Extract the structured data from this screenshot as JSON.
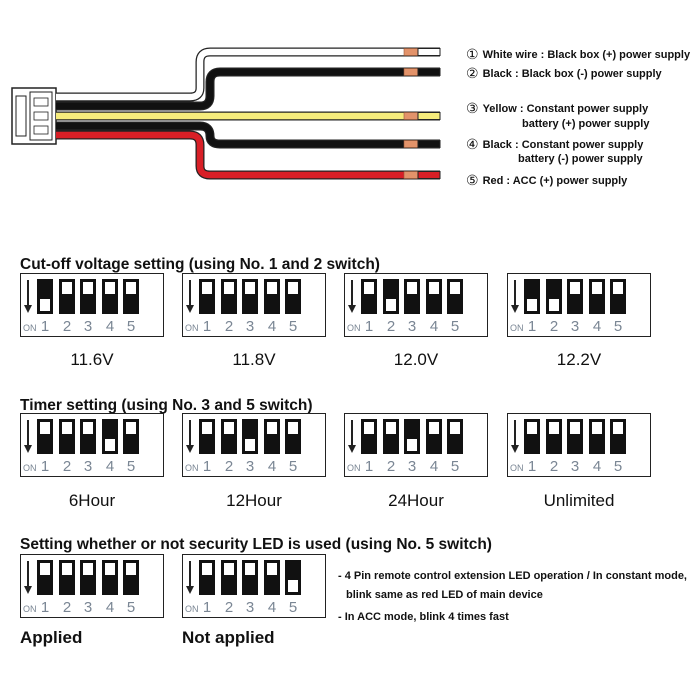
{
  "legend": [
    {
      "num": "①",
      "text": "White wire : Black box (+) power supply"
    },
    {
      "num": "②",
      "text": "Black  : Black box (-) power supply"
    },
    {
      "num": "③",
      "text": "Yellow : Constant power supply"
    },
    {
      "num": "",
      "text": "battery (+) power supply"
    },
    {
      "num": "④",
      "text": "Black : Constant power supply"
    },
    {
      "num": "",
      "text": "battery (-) power supply"
    },
    {
      "num": "⑤",
      "text": "Red : ACC (+) power supply"
    }
  ],
  "wire_colors": [
    "#ffffff",
    "#111111",
    "#f6ec7c",
    "#111111",
    "#d81f26"
  ],
  "switch_numbers": [
    "1",
    "2",
    "3",
    "4",
    "5"
  ],
  "on_label": "ON",
  "sections": [
    {
      "title": "Cut-off voltage setting (using No. 1 and 2 switch)",
      "label_style": "normal",
      "switches": [
        {
          "label": "11.6V",
          "states": [
            "down",
            "up",
            "up",
            "up",
            "up"
          ]
        },
        {
          "label": "11.8V",
          "states": [
            "up",
            "up",
            "up",
            "up",
            "up"
          ]
        },
        {
          "label": "12.0V",
          "states": [
            "up",
            "down",
            "up",
            "up",
            "up"
          ]
        },
        {
          "label": "12.2V",
          "states": [
            "down",
            "down",
            "up",
            "up",
            "up"
          ]
        }
      ]
    },
    {
      "title": "Timer setting (using No. 3 and 5 switch)",
      "label_style": "normal",
      "switches": [
        {
          "label": "6Hour",
          "states": [
            "up",
            "up",
            "up",
            "down",
            "up"
          ]
        },
        {
          "label": "12Hour",
          "states": [
            "up",
            "up",
            "down",
            "up",
            "up"
          ]
        },
        {
          "label": "24Hour",
          "states": [
            "up",
            "up",
            "down",
            "up",
            "up"
          ]
        },
        {
          "label": "Unlimited",
          "states": [
            "up",
            "up",
            "up",
            "up",
            "up"
          ]
        }
      ]
    },
    {
      "title": "Setting whether or not security LED is used (using No. 5 switch)",
      "label_style": "bold",
      "switches": [
        {
          "label": "Applied",
          "states": [
            "up",
            "up",
            "up",
            "up",
            "up"
          ]
        },
        {
          "label": "Not applied",
          "states": [
            "up",
            "up",
            "up",
            "up",
            "down"
          ]
        }
      ]
    }
  ],
  "notes": [
    "- 4 Pin remote control extension LED operation / In constant mode,",
    "blink same as red LED of main device",
    "- In ACC mode, blink 4 times fast"
  ]
}
